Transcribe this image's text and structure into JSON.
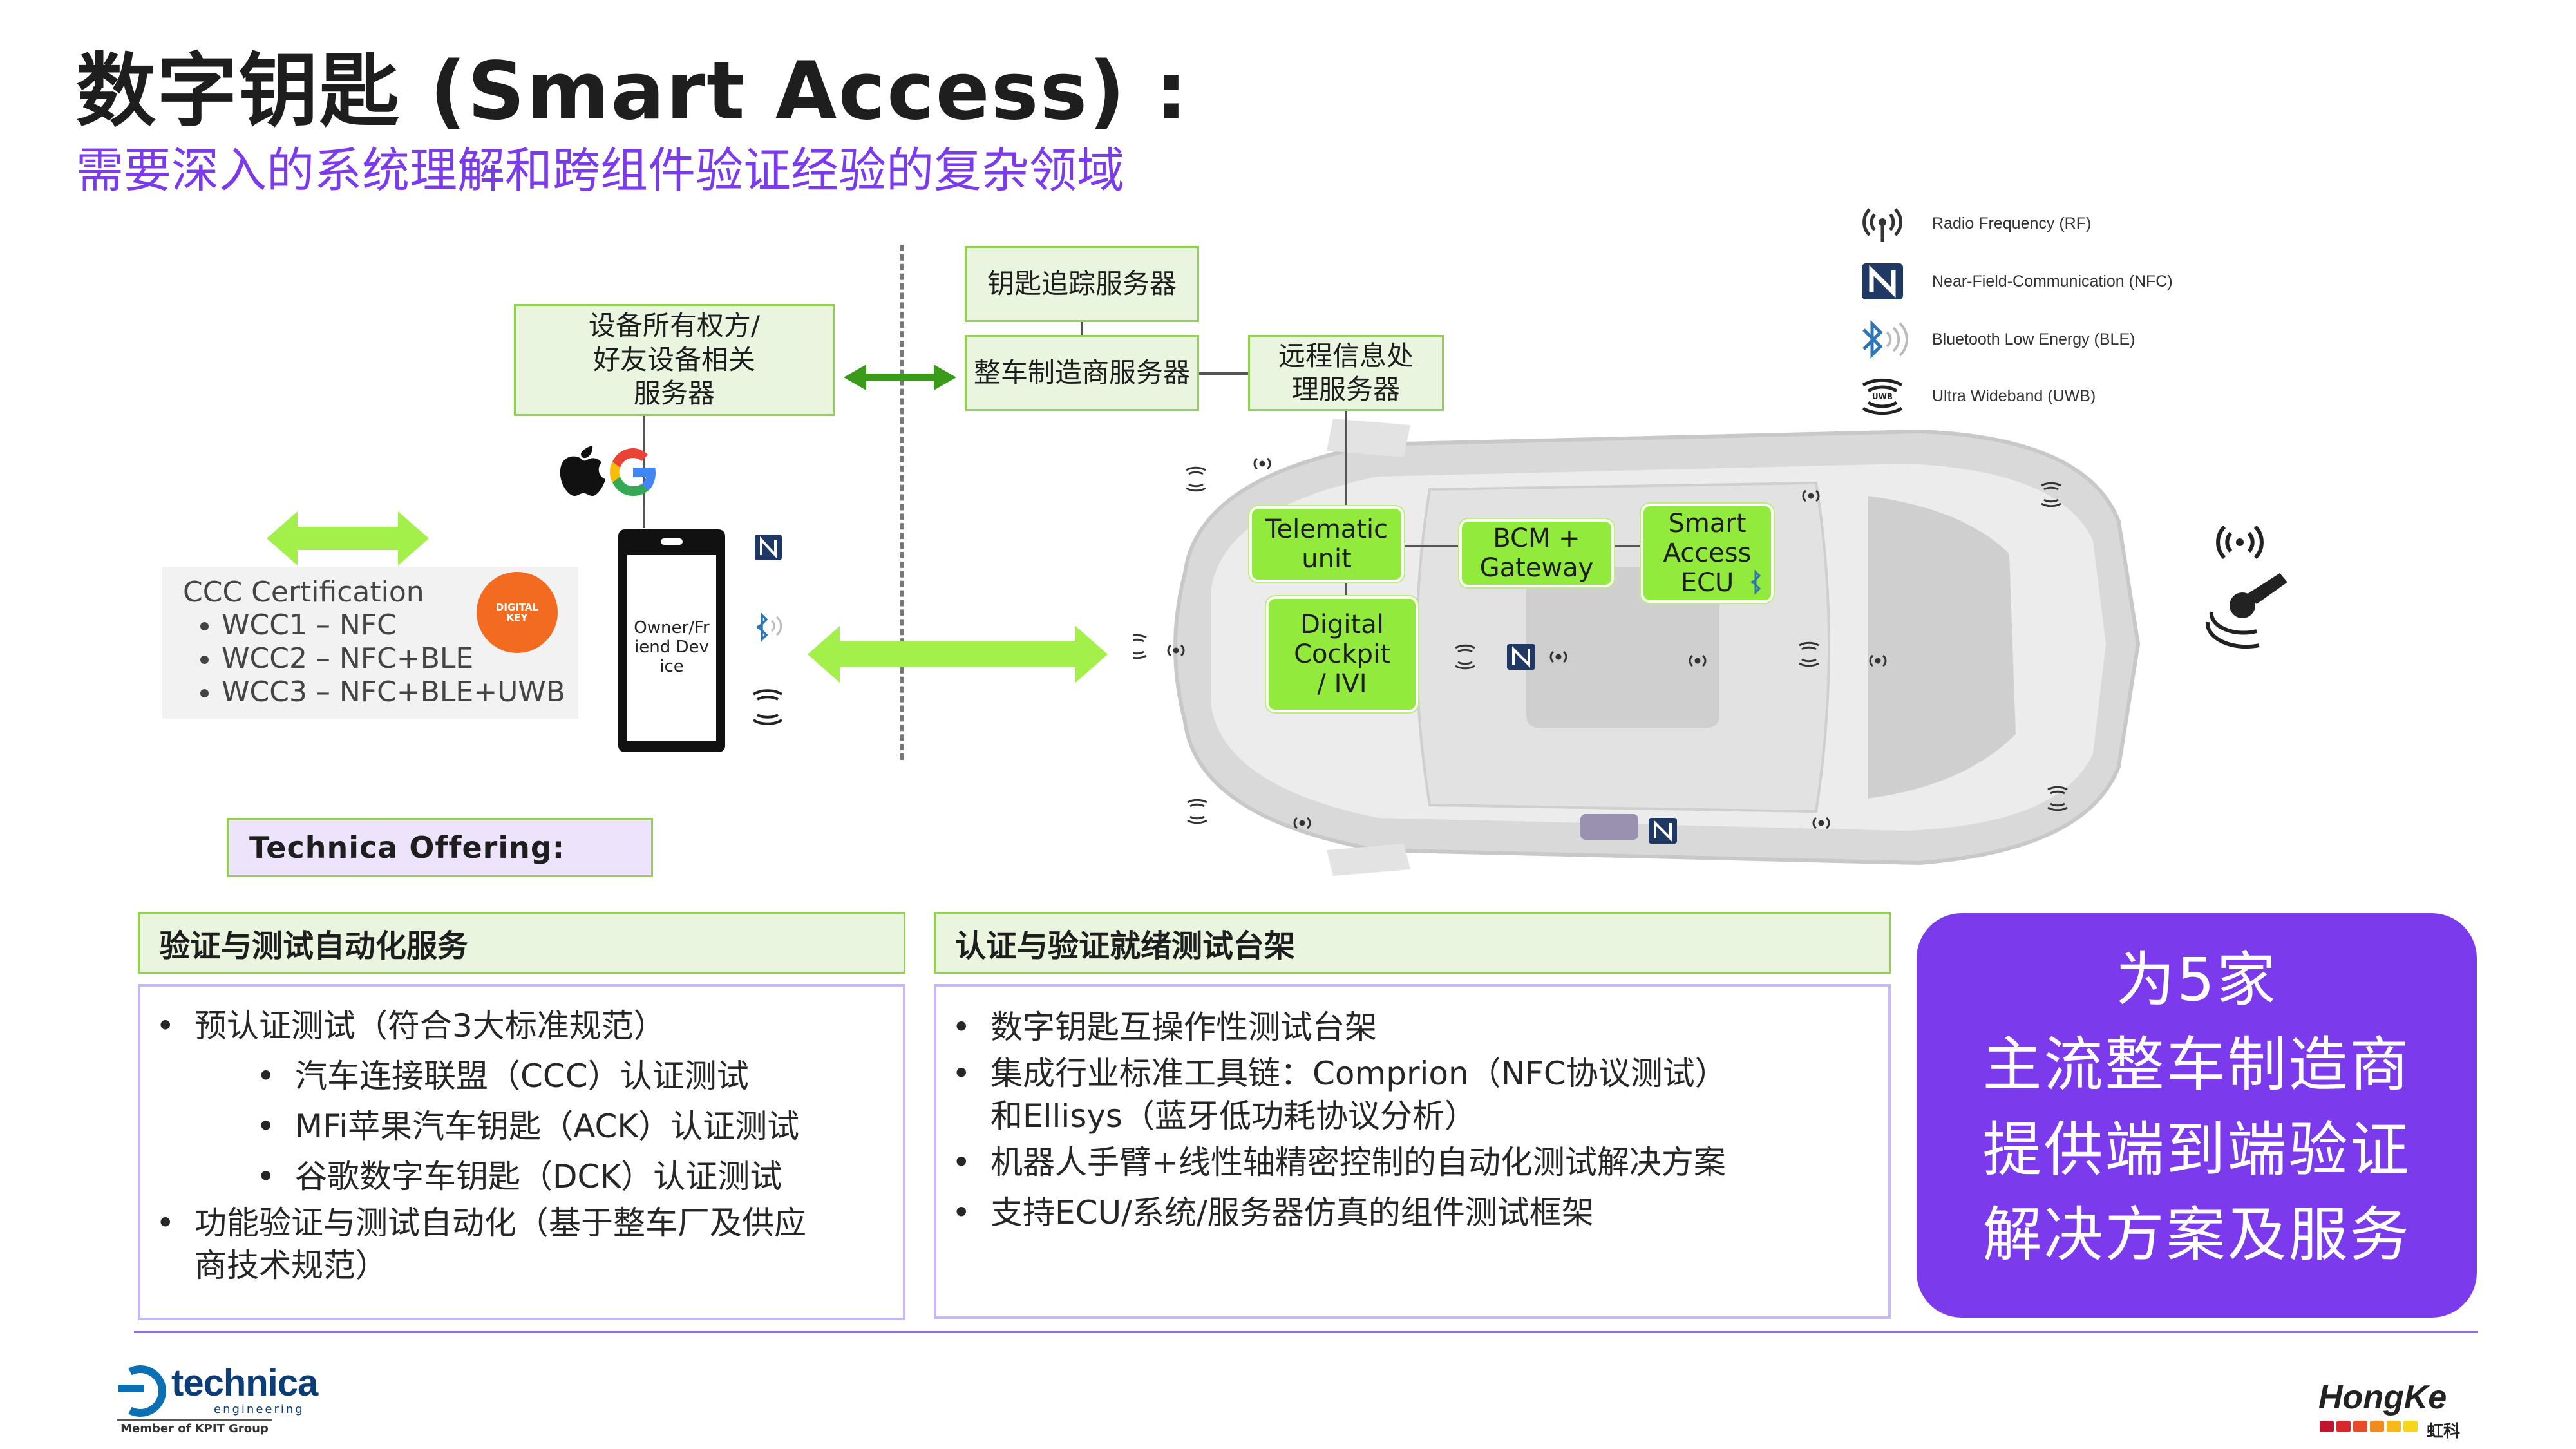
{
  "title": "数字钥匙 (Smart Access) :",
  "subtitle": "需要深入的系统理解和跨组件验证经验的复杂领域",
  "diagram": {
    "key_tracking_server": "钥匙追踪服务器",
    "oem_server": "整车制造商服务器",
    "telematics_server": "远程信息处理服务器",
    "ownership_server": "设备所有权方/好友设备相关服务器",
    "telematic_unit": "Telematic unit",
    "bcm_gateway": "BCM + Gateway",
    "smart_access_ecu": "Smart Access ECU",
    "digital_cockpit": "Digital Cockpit / IVI",
    "phone_label": "Owner/Friend Device",
    "digital_key_badge": "DIGITAL KEY"
  },
  "legend": [
    {
      "icon": "rf-icon",
      "label": "Radio Frequency (RF)"
    },
    {
      "icon": "nfc-icon",
      "label": "Near-Field-Communication (NFC)"
    },
    {
      "icon": "bluetooth-icon",
      "label": "Bluetooth Low Energy (BLE)"
    },
    {
      "icon": "uwb-icon",
      "label": "Ultra Wideband (UWB)"
    }
  ],
  "ccc": {
    "heading": "CCC Certification",
    "items": [
      "WCC1 – NFC",
      "WCC2 – NFC+BLE",
      "WCC3 – NFC+BLE+UWB"
    ]
  },
  "offering_label": "Technica Offering:",
  "card1": {
    "heading": "验证与测试自动化服务",
    "items": [
      {
        "text": "预认证测试（符合3大标准规范）",
        "level": 1
      },
      {
        "text": "汽车连接联盟（CCC）认证测试",
        "level": 2
      },
      {
        "text": "MFi苹果汽车钥匙（ACK）认证测试",
        "level": 2
      },
      {
        "text": "谷歌数字车钥匙（DCK）认证测试",
        "level": 2
      },
      {
        "text": "功能验证与测试自动化（基于整车厂及供应商技术规范）",
        "level": 1
      }
    ]
  },
  "card2": {
    "heading": "认证与验证就绪测试台架",
    "items": [
      "数字钥匙互操作性测试台架",
      "集成行业标准工具链：Comprion（NFC协议测试）和Ellisys（蓝牙低功耗协议分析）",
      "机器人手臂+线性轴精密控制的自动化测试解决方案",
      "支持ECU/系统/服务器仿真的组件测试框架"
    ]
  },
  "highlight": [
    "为5家",
    "主流整车制造商",
    "提供端到端验证",
    "解决方案及服务"
  ],
  "footer": {
    "left_logo": "technica",
    "left_sub": "engineering",
    "left_member": "Member of KPIT Group",
    "right_logo": "HongKe",
    "right_sub": "虹科"
  },
  "colors": {
    "accent": "#7c3aed",
    "green": "#92d050",
    "bright_green": "#92ea3c"
  }
}
